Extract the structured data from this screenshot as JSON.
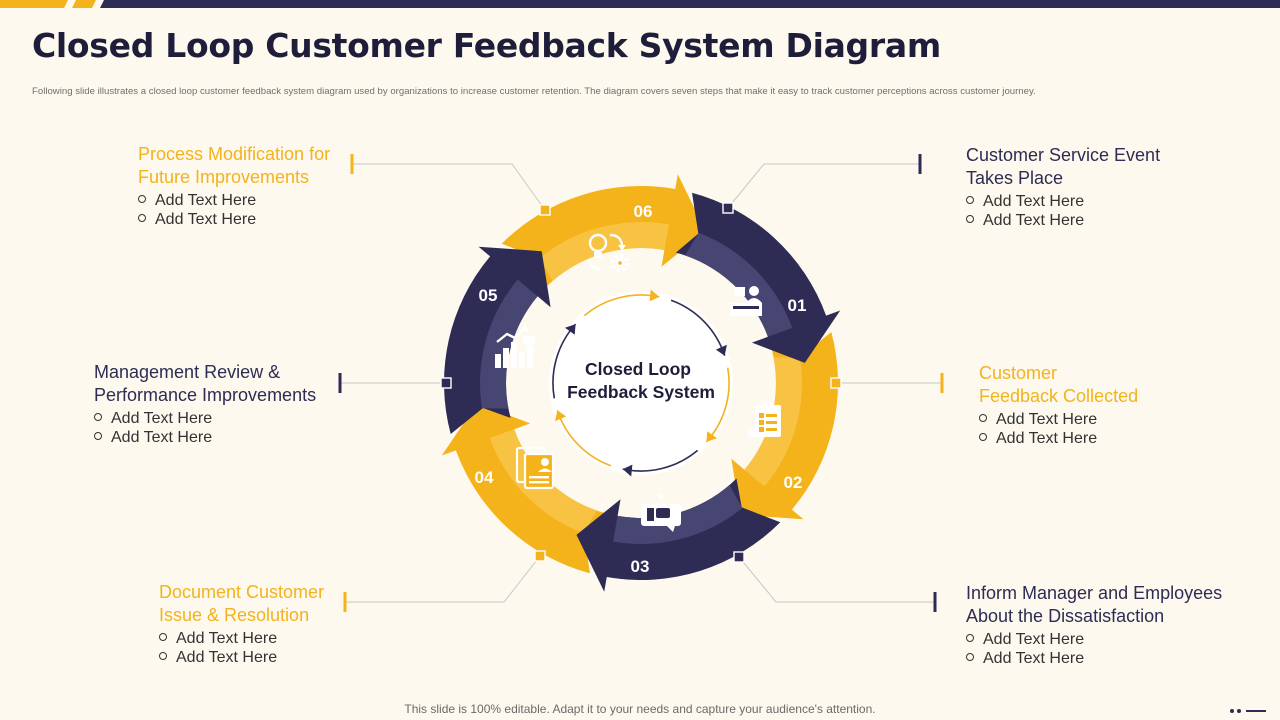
{
  "title": "Closed Loop Customer Feedback System Diagram",
  "subtitle": "Following slide illustrates a closed loop customer feedback system diagram used by organizations to increase customer retention. The diagram covers seven steps that make it easy to track customer perceptions across customer journey.",
  "colors": {
    "navy": "#2e2c54",
    "gold": "#f4b21b",
    "background": "#fdf9ee",
    "connector": "#c8c8c8"
  },
  "center": {
    "line1": "Closed Loop",
    "line2": "Feedback System"
  },
  "steps": [
    {
      "number": "01",
      "icon": "presenter-at-desk-icon",
      "color": "navy",
      "title": [
        "Customer Service Event",
        "Takes Place"
      ],
      "bullets": [
        "Add Text Here",
        "Add Text Here"
      ]
    },
    {
      "number": "02",
      "icon": "clipboard-checklist-icon",
      "color": "gold",
      "title": [
        "Customer",
        "Feedback Collected"
      ],
      "bullets": [
        "Add Text Here",
        "Add Text Here"
      ]
    },
    {
      "number": "03",
      "icon": "thumbs-down-feedback-icon",
      "color": "navy",
      "title": [
        "Inform Manager and Employees",
        "About the Dissatisfaction"
      ],
      "bullets": [
        "Add Text Here",
        "Add Text Here"
      ]
    },
    {
      "number": "04",
      "icon": "documents-profile-icon",
      "color": "gold",
      "title": [
        "Document Customer",
        "Issue & Resolution"
      ],
      "bullets": [
        "Add Text Here",
        "Add Text Here"
      ]
    },
    {
      "number": "05",
      "icon": "growth-chart-icon",
      "color": "navy",
      "title": [
        "Management Review &",
        "Performance Improvements"
      ],
      "bullets": [
        "Add Text Here",
        "Add Text Here"
      ]
    },
    {
      "number": "06",
      "icon": "idea-process-gears-icon",
      "color": "gold",
      "title": [
        "Process Modification for",
        "Future Improvements"
      ],
      "bullets": [
        "Add Text Here",
        "Add Text Here"
      ]
    }
  ],
  "footer": "This slide is 100% editable. Adapt it to your needs and capture your audience's attention."
}
